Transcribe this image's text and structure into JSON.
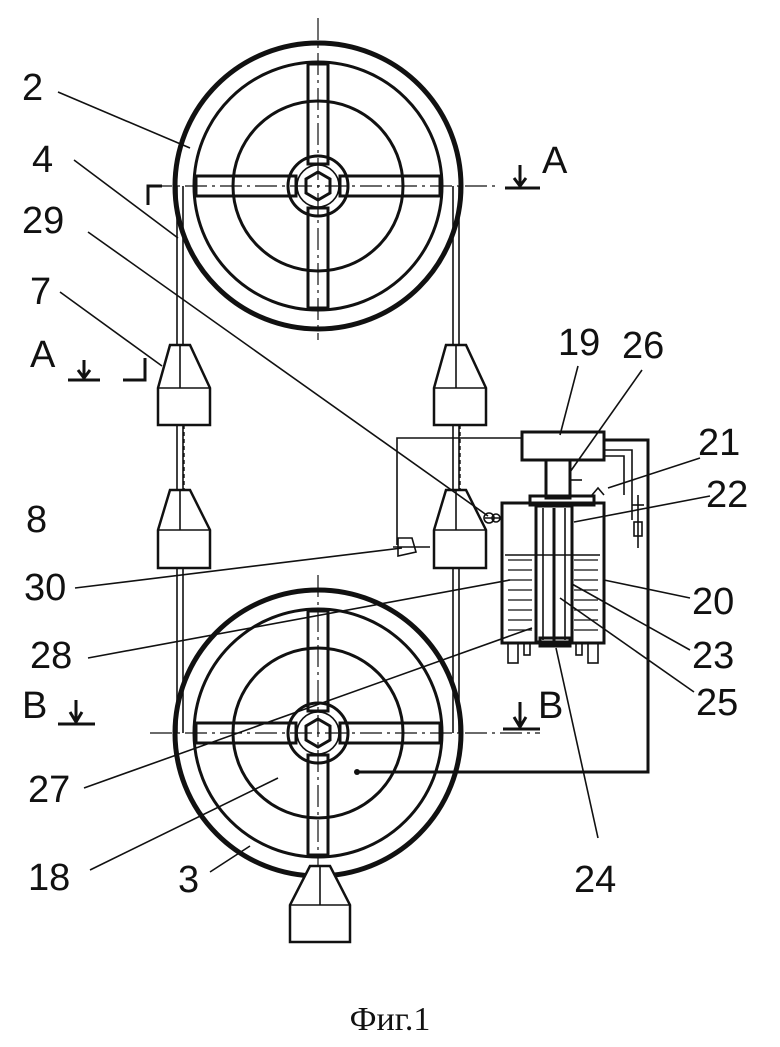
{
  "caption": "Фиг.1",
  "section_marks": {
    "a_top": "A",
    "a_left": "A",
    "b_left": "B",
    "b_right": "B"
  },
  "labels": {
    "l2": "2",
    "l4": "4",
    "l29": "29",
    "l7": "7",
    "l8": "8",
    "l30": "30",
    "l28": "28",
    "l27": "27",
    "l18": "18",
    "l3": "3",
    "l19": "19",
    "l26": "26",
    "l21": "21",
    "l22": "22",
    "l20": "20",
    "l23": "23",
    "l25": "25",
    "l24": "24"
  }
}
